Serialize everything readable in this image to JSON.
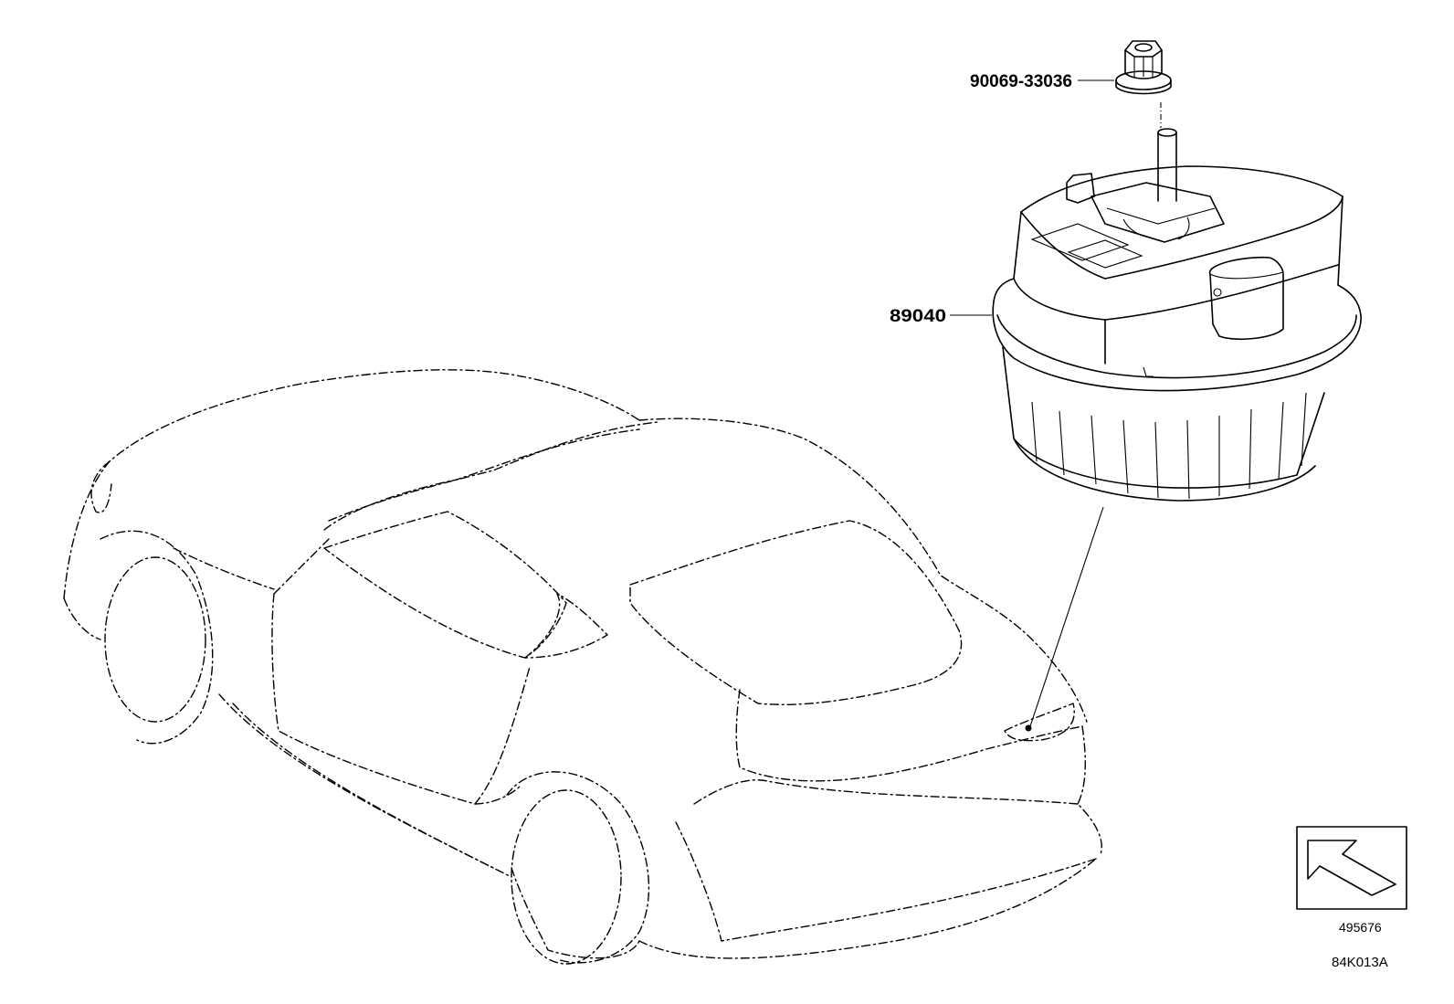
{
  "parts": {
    "nut_part_number": "90069-33036",
    "module_part_number": "89040"
  },
  "view_indicator": {
    "number": "495676",
    "icon": "view-direction-arrow-icon"
  },
  "figure_code": "84K013A"
}
